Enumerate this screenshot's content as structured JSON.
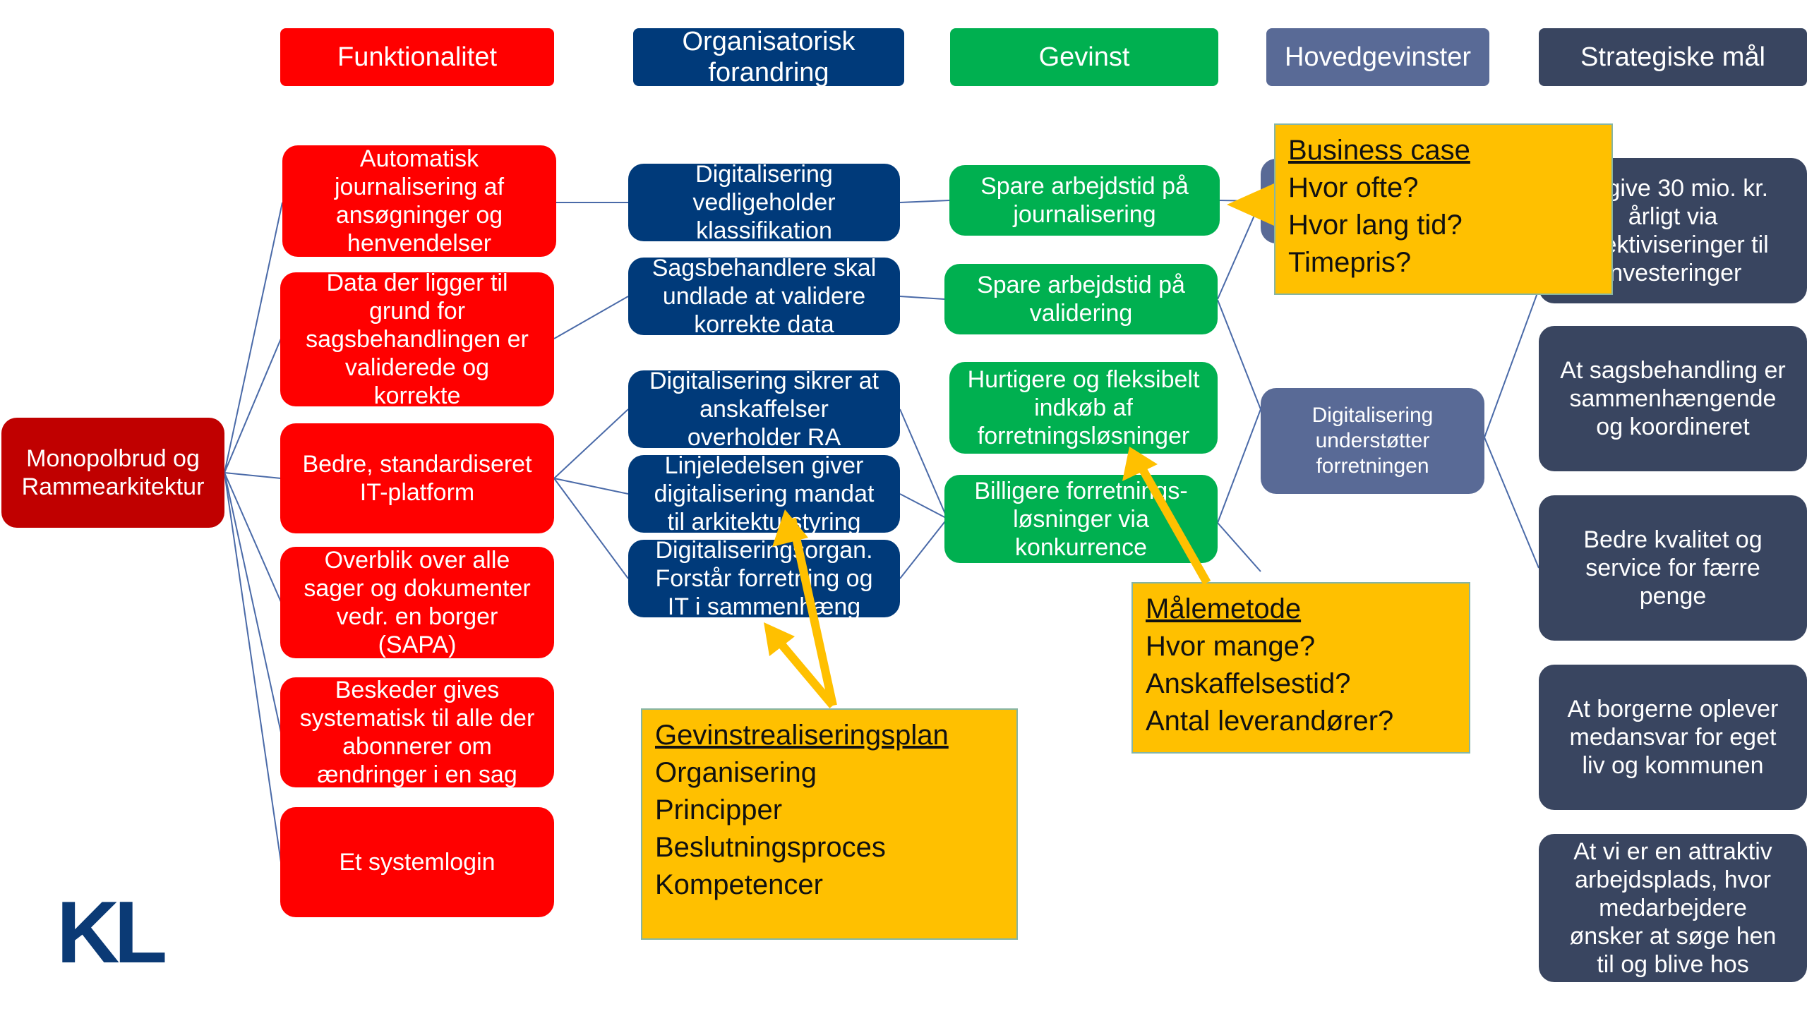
{
  "headers": {
    "funktionalitet": "Funktionalitet",
    "organisatorisk": "Organisatorisk\nforandring",
    "gevinst": "Gevinst",
    "hovedgevinster": "Hovedgevinster",
    "strategiske": "Strategiske mål"
  },
  "root": "Monopolbrud og\nRammearkitektur",
  "funktionalitet": [
    "Automatisk\njournalisering af\nansøgninger og\nhenvendelser",
    "Data der ligger til\ngrund for\nsagsbehandlingen er\nvaliderede og\nkorrekte",
    "Bedre, standardiseret\nIT-platform",
    "Overblik over alle\nsager og dokumenter\nvedr. en borger\n(SAPA)",
    "Beskeder gives\nsystematisk til alle der\nabonnerer om\nændringer i en sag",
    "Et systemlogin"
  ],
  "organisatorisk": [
    "Digitalisering\nvedligeholder\nklassifikation",
    "Sagsbehandlere skal\nundlade at validere\nkorrekte data",
    "Digitalisering sikrer at\nanskaffelser\noverholder RA",
    "Linjeledelsen giver\ndigitalisering mandat\ntil arkitekturstyring",
    "Digitaliseringsorgan.\nForstår forretning og\nIT i sammenhæng"
  ],
  "gevinst": [
    "Spare arbejdstid på\njournalisering",
    "Spare arbejdstid på\nvalidering",
    "Hurtigere og fleksibelt\nindkøb af\nforretningsløsninger",
    "Billigere forretnings-\nløsninger via\nkonkurrence"
  ],
  "hovedgevinster": [
    "",
    "Digitalisering\nunderstøtter\nforretningen"
  ],
  "strategiske": [
    "At give 30 mio. kr.\nårligt via\neffektiviseringer til\ninvesteringer",
    "At sagsbehandling er\nsammenhængende\nog koordineret",
    "Bedre kvalitet og\nservice for færre\npenge",
    "At borgerne oplever\nmedansvar for eget\nliv og kommunen",
    "At vi er en attraktiv\narbejdsplads, hvor\nmedarbejdere\nønsker at søge hen\ntil og blive hos"
  ],
  "notes": {
    "business_case": {
      "title": "Business case",
      "lines": [
        "Hvor ofte?",
        "Hvor lang tid?",
        "Timepris?"
      ]
    },
    "malemetode": {
      "title": "Målemetode",
      "lines": [
        "Hvor mange?",
        "Anskaffelsestid?",
        "Antal leverandører?"
      ]
    },
    "gevinstplan": {
      "title": "Gevinstrealiseringsplan",
      "lines": [
        "Organisering",
        "Principper",
        "Beslutningsproces",
        "Kompetencer"
      ]
    }
  },
  "logo": "KL",
  "colors": {
    "funktionalitet": "#ff0000",
    "root": "#c00000",
    "organisatorisk": "#003a7a",
    "gevinst": "#00b050",
    "hovedgevinster": "#596a96",
    "strategiske": "#394560",
    "note": "#ffc000",
    "connector": "#4a6aa8"
  }
}
